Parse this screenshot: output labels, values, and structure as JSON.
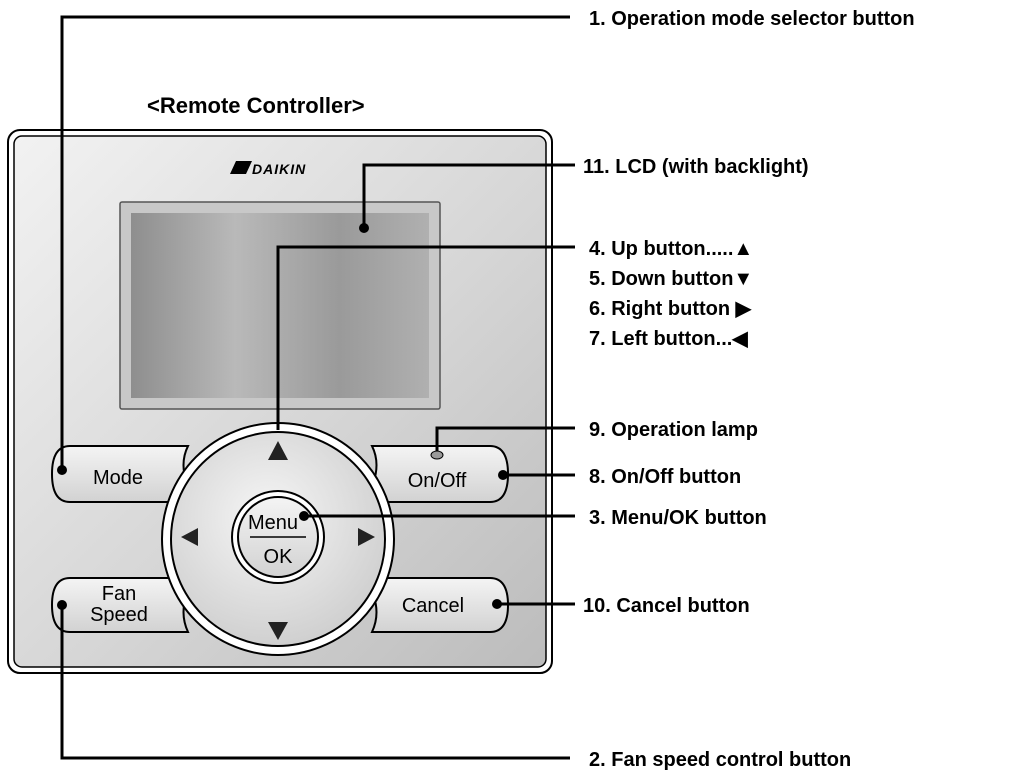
{
  "diagram": {
    "heading": "<Remote Controller>",
    "brand": "DAIKIN",
    "buttons": {
      "mode": "Mode",
      "on_off": "On/Off",
      "fan_speed_line1": "Fan",
      "fan_speed_line2": "Speed",
      "cancel": "Cancel",
      "menu": "Menu",
      "ok": "OK"
    },
    "callouts": {
      "c1": "1. Operation mode selector button",
      "c11": "11. LCD (with backlight)",
      "c4": "4. Up button.....▲",
      "c5": "5. Down button▼",
      "c6": "6. Right button ▶",
      "c7": "7. Left button...◀",
      "c9": "9. Operation lamp",
      "c8": "8. On/Off button",
      "c3": "3. Menu/OK button",
      "c10": "10. Cancel button",
      "c2": "2. Fan speed control button"
    }
  }
}
